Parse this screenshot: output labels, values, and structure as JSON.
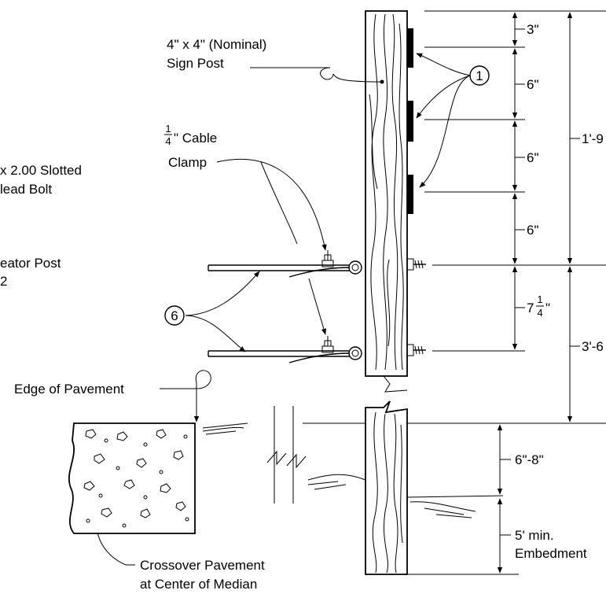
{
  "labels": {
    "sign_post_line1": "4\" x 4\" (Nominal)",
    "sign_post_line2": "Sign Post",
    "cable_clamp_rest": "\" Cable",
    "cable_clamp_num": "1",
    "cable_clamp_den": "4",
    "clamp": "Clamp",
    "bolt_line1": "x 2.00 Slotted",
    "bolt_line2": "lead Bolt",
    "post_line1": "eator Post",
    "post_line2": "2",
    "edge_of_pavement": "Edge of Pavement",
    "crossover_line1": "Crossover Pavement",
    "crossover_line2": "at Center of Median",
    "callout_1": "1",
    "callout_6": "6"
  },
  "dimensions": {
    "d1": "3\"",
    "d2": "6\"",
    "d3": "6\"",
    "d4": "6\"",
    "d5_whole": "7",
    "d5_num": "1",
    "d5_den": "4",
    "d5_unit": "\"",
    "total_upper": "1'-9",
    "total_lower": "3'-6",
    "d6": "6\"-8\"",
    "embed_line1": "5' min.",
    "embed_line2": "Embedment"
  },
  "colors": {
    "ink": "#000000",
    "background": "#ffffff"
  }
}
